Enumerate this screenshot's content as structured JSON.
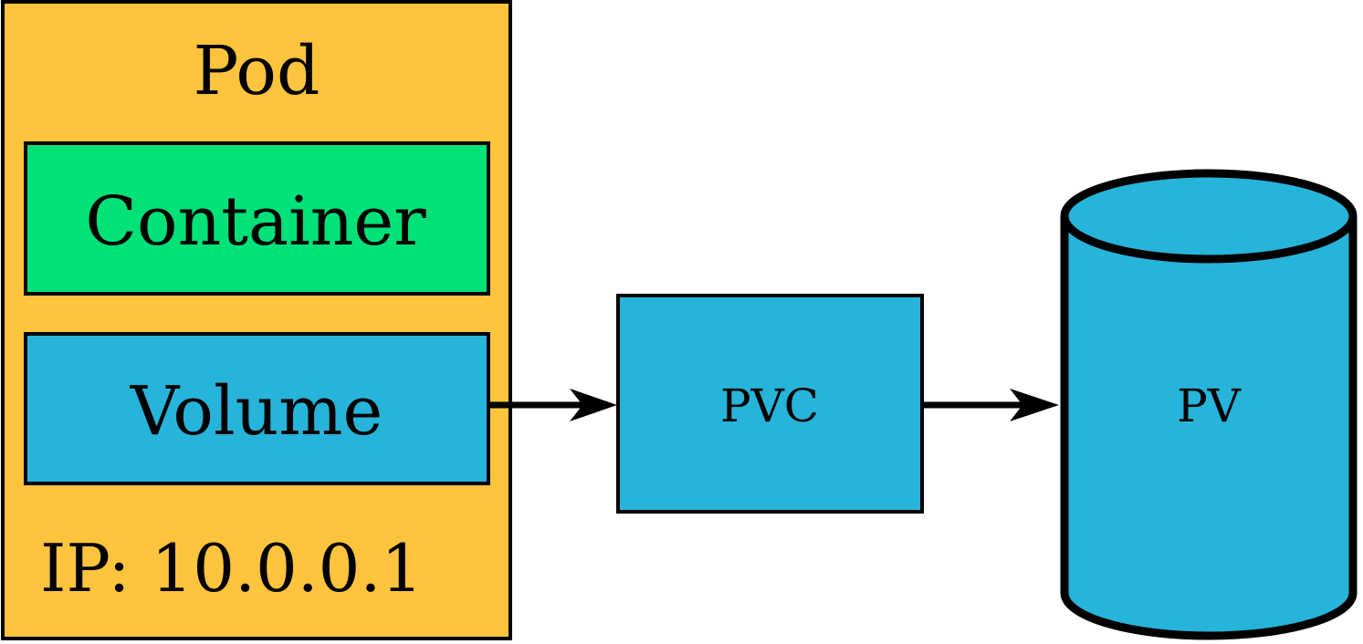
{
  "diagram": {
    "pod": {
      "title": "Pod",
      "ip": "IP: 10.0.0.1",
      "container": "Container",
      "volume": "Volume"
    },
    "pvc": {
      "label": "PVC"
    },
    "pv": {
      "label": "PV"
    },
    "colors": {
      "pod_fill": "#FFC43D",
      "container_fill": "#00E177",
      "storage_fill": "#27B4DA",
      "stroke": "#000000",
      "background": "#FFFFFF"
    },
    "edges": [
      {
        "from": "volume",
        "to": "pvc"
      },
      {
        "from": "pvc",
        "to": "pv"
      }
    ]
  }
}
